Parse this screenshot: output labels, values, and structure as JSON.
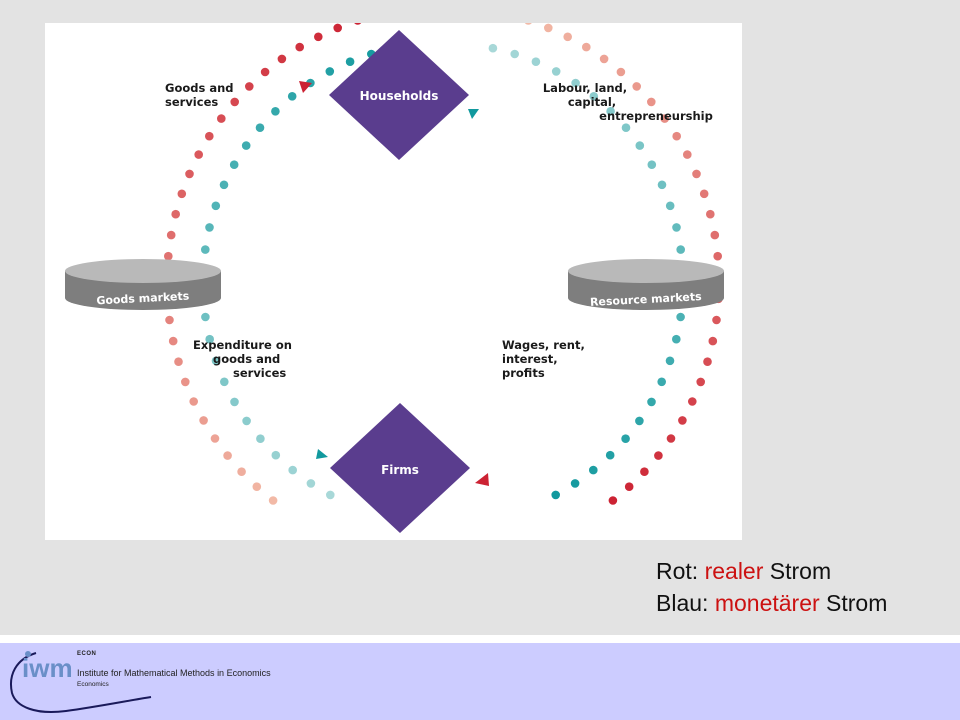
{
  "diagram": {
    "nodes": {
      "households": "Households",
      "firms": "Firms",
      "goods_markets": "Goods markets",
      "resource_markets": "Resource markets"
    },
    "labels": {
      "goods_services": [
        "Goods  and",
        "services"
      ],
      "labour": [
        "Labour, land,",
        "capital,",
        "entrepreneurship"
      ],
      "expenditure": [
        "Expenditure on",
        "goods and",
        "services"
      ],
      "wages": [
        "Wages, rent,",
        "interest,",
        "profits"
      ]
    },
    "colors": {
      "node": "#5a3d8e",
      "real_flow": "#cc2233",
      "real_flow_light": "#f2b9a6",
      "money_flow": "#11999e",
      "money_flow_light": "#a8d8d8",
      "market_disc": "#8a8a8a"
    }
  },
  "legend": {
    "line1_prefix": "Rot: ",
    "line1_colored": "realer",
    "line1_suffix": " Strom",
    "line2_prefix": "Blau: ",
    "line2_colored": "monetärer",
    "line2_suffix": " Strom"
  },
  "footer": {
    "logo_text": "iwm",
    "econ_label": "ECON",
    "institute": "Institute for Mathematical Methods in Economics",
    "economics": "Economics"
  }
}
